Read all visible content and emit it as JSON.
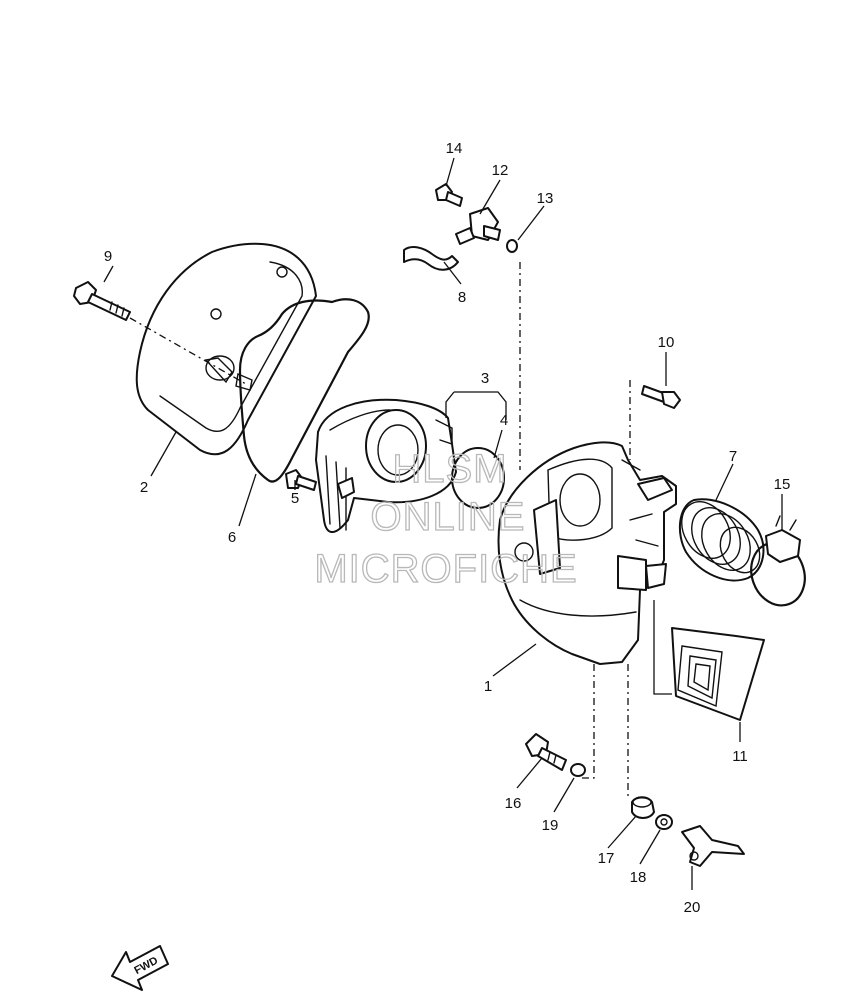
{
  "diagram": {
    "callouts": {
      "c1": "1",
      "c2": "2",
      "c3": "3",
      "c4": "4",
      "c5": "5",
      "c6": "6",
      "c7": "7",
      "c8": "8",
      "c9": "9",
      "c10": "10",
      "c11": "11",
      "c12": "12",
      "c13": "13",
      "c14": "14",
      "c15": "15",
      "c16": "16",
      "c17": "17",
      "c18": "18",
      "c19": "19",
      "c20": "20"
    },
    "direction_marker": "FWD",
    "watermark": [
      "HLSM",
      "ONLINE",
      "MICROFICHE"
    ],
    "colors": {
      "line": "#111111",
      "background": "#ffffff",
      "watermark": "#b8b8b8"
    }
  }
}
